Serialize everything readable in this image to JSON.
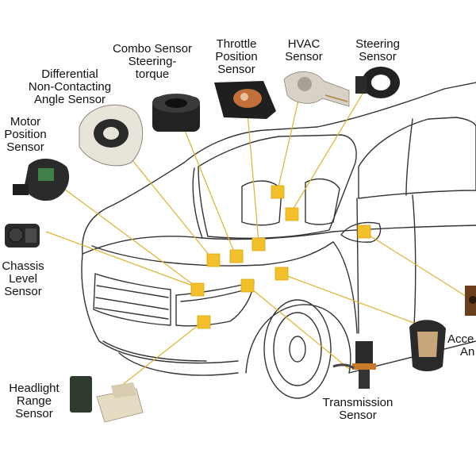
{
  "colors": {
    "marker": "#f2c02a",
    "marker_edge": "#d9a514",
    "leader": "#e0b030",
    "car_outline": "#333333",
    "background": "#ffffff"
  },
  "labels": {
    "combo": [
      "Combo Sensor",
      "Steering-",
      "torque"
    ],
    "throttle": [
      "Throttle",
      "Position",
      "Sensor"
    ],
    "hvac": [
      "HVAC",
      "Sensor"
    ],
    "steering": [
      "Steering",
      "Sensor"
    ],
    "differential": [
      "Differential",
      "Non-Contacting",
      "Angle Sensor"
    ],
    "motor": [
      "Motor",
      "Position",
      "Sensor"
    ],
    "chassis": [
      "Chassis",
      "Level",
      "Sensor"
    ],
    "headlight": [
      "Headlight",
      "Range",
      "Sensor"
    ],
    "transmission": [
      "Transmission",
      "Sensor"
    ],
    "accel": [
      "Acce",
      "An"
    ]
  }
}
